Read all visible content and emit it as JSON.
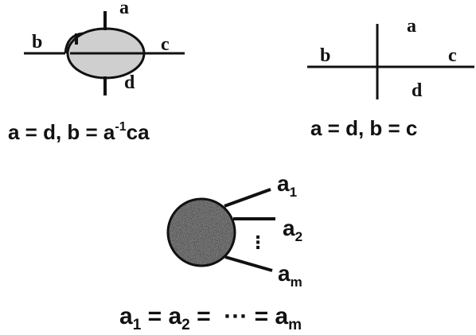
{
  "crossing_left": {
    "arc_labels": {
      "top": "a",
      "left": "b",
      "right": "c",
      "bottom": "d"
    },
    "relation": {
      "part1": "a = d,  b = a",
      "superscript": "-1",
      "part2": "ca"
    }
  },
  "crossing_right": {
    "arc_labels": {
      "top": "a",
      "left": "b",
      "right": "c",
      "bottom": "d"
    },
    "relation": "a = d,  b = c"
  },
  "vertex": {
    "arc_labels": [
      {
        "base": "a",
        "sub": "1"
      },
      {
        "base": "a",
        "sub": "2"
      },
      {
        "base": "a",
        "sub": "m"
      }
    ],
    "dots": "⋮",
    "relation": [
      {
        "base": "a",
        "sub": "1"
      },
      {
        "op": " = "
      },
      {
        "base": "a",
        "sub": "2"
      },
      {
        "op": " =  ··· = "
      },
      {
        "base": "a",
        "sub": "m"
      }
    ]
  }
}
